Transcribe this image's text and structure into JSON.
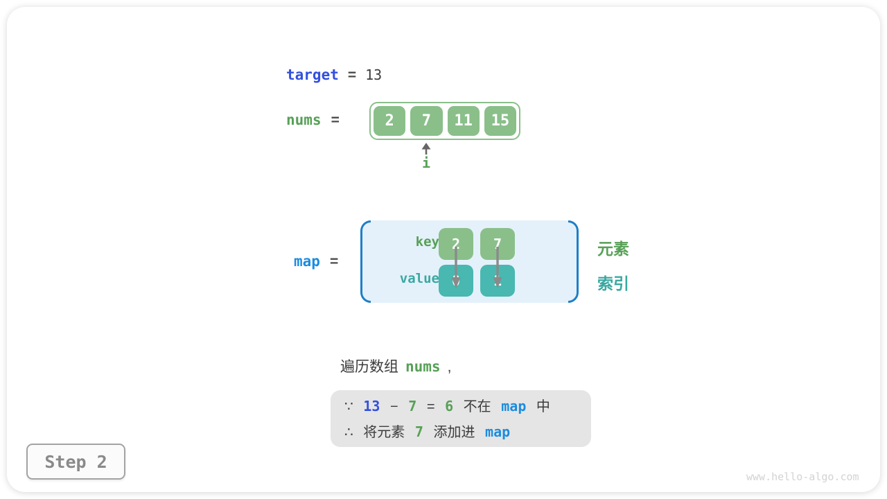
{
  "colors": {
    "indigo": "#3350de",
    "azure": "#1b8ce0",
    "green_text": "#57a057",
    "green_box": "#8abf8a",
    "teal_text": "#3aa8a2",
    "teal_box": "#48b8b0",
    "map_bg": "#e4f1fa",
    "bracket_blue": "#1d7fc8",
    "note_bg": "#e5e5e5"
  },
  "target_row": {
    "label": "target",
    "equals": "=",
    "value": "13"
  },
  "nums_row": {
    "label": "nums",
    "equals": "=",
    "cells": [
      "2",
      "7",
      "11",
      "15"
    ],
    "pointer_label": "i"
  },
  "map_row": {
    "label": "map",
    "equals": "=",
    "key_label": "key",
    "value_label": "value",
    "keys": [
      "2",
      "7"
    ],
    "values": [
      "0",
      "1"
    ],
    "element_label": "元素",
    "index_label": "索引"
  },
  "caption": {
    "prefix": "遍历数组",
    "code": "nums",
    "comma": ","
  },
  "note": {
    "line1": [
      "∵",
      "13",
      "−",
      "7",
      "=",
      "6",
      "不在",
      "map",
      "中"
    ],
    "line2": [
      "∴",
      "将元素",
      "7",
      "添加进",
      "map"
    ]
  },
  "footer": {
    "step": "Step 2",
    "watermark": "www.hello-algo.com"
  }
}
